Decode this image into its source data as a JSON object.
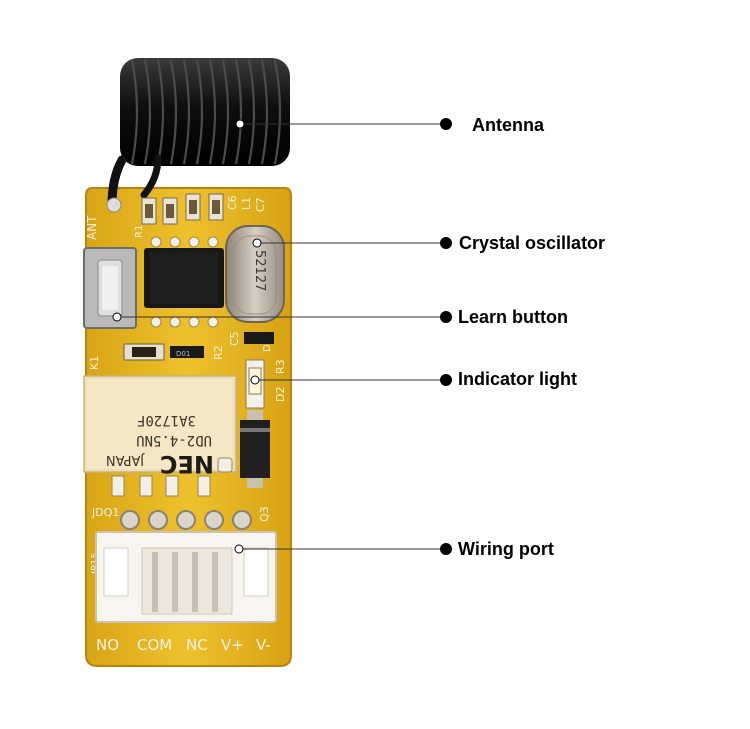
{
  "callouts": [
    {
      "label": "Antenna"
    },
    {
      "label": "Crystal oscillator"
    },
    {
      "label": "Learn button"
    },
    {
      "label": "Indicator light"
    },
    {
      "label": "Wiring port"
    }
  ],
  "board": {
    "antenna_marking": "ANT",
    "crystal_marking": "52127",
    "relay_brand": "NEC",
    "relay_origin": "JAPAN",
    "relay_model": "UD2-4.5NU",
    "relay_code": "3A1720F",
    "silkscreen": {
      "c6": "C6",
      "l1": "L1",
      "c7": "C7",
      "r1": "R1",
      "c5": "C5",
      "r2": "R2",
      "d3": "D3",
      "r3": "R3",
      "d2": "D2",
      "k1": "K1",
      "d01": "D01",
      "jdq1": "JDQ1",
      "jp15": "JP15",
      "q3": "Q3"
    },
    "terminals": [
      "NO",
      "COM",
      "NC",
      "V+",
      "V-"
    ]
  },
  "colors": {
    "pcb": "#e2b41e",
    "pcb_edge": "#c98f10",
    "antenna_coil": "#141414",
    "relay_body": "#f2e6c4",
    "connector": "#f7f3ee",
    "chip": "#161616",
    "crystal": "#bdb3a7"
  }
}
